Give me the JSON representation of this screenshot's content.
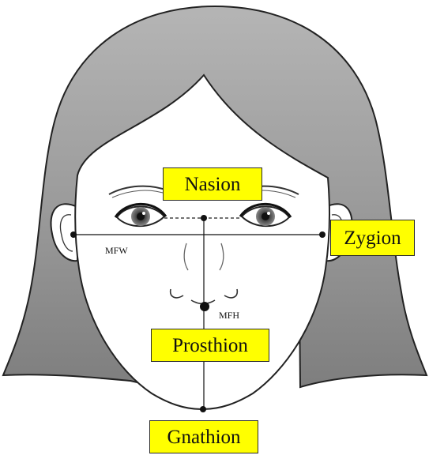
{
  "labels": {
    "nasion": "Nasion",
    "zygion": "Zygion",
    "prosthion": "Prosthion",
    "gnathion": "Gnathion"
  },
  "measurements": {
    "width_label": "MFW",
    "height_label": "MFH"
  },
  "colors": {
    "label_fill": "#ffff00",
    "hair_fill": "#9a9a9a",
    "skin_fill": "#ffffff",
    "line": "#111111"
  }
}
